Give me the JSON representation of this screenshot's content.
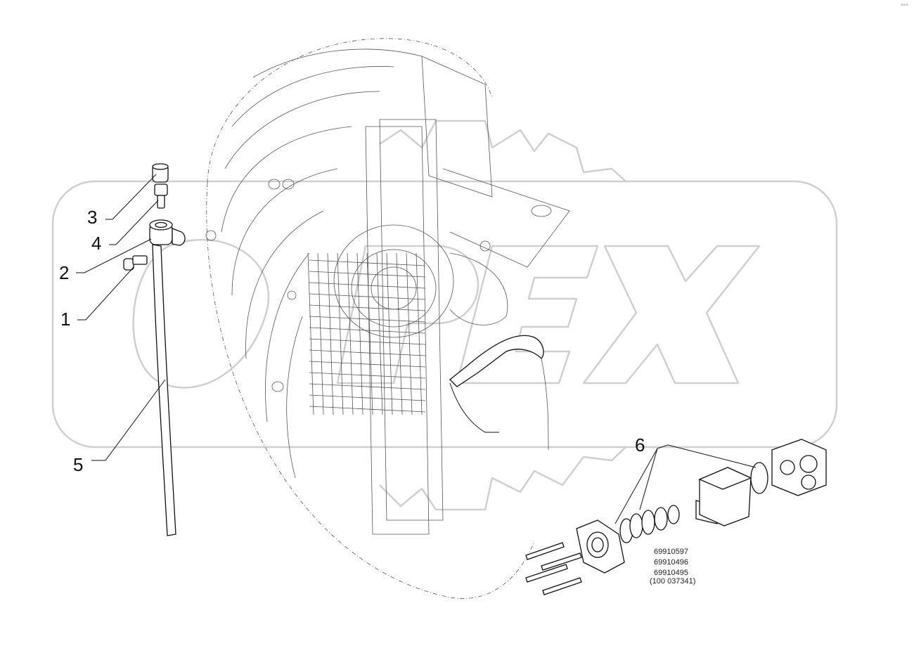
{
  "callouts": {
    "c1": "1",
    "c2": "2",
    "c3": "3",
    "c4": "4",
    "c5": "5",
    "c6": "6"
  },
  "part_numbers": {
    "line1": "69910597",
    "line2": "69910496",
    "line3": "69910495",
    "line4": "(100 037341)"
  },
  "corner_mark": "°°°"
}
